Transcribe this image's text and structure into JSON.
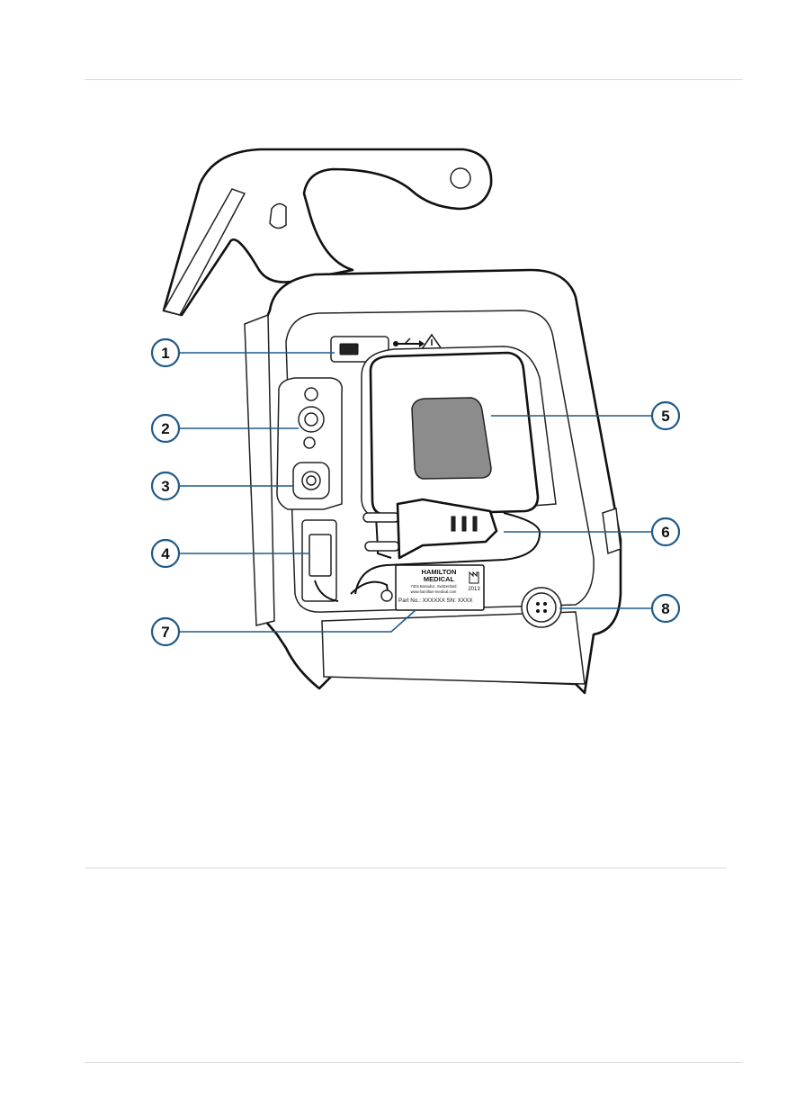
{
  "label_plate": {
    "brand_line1": "HAMILTON",
    "brand_line2": "MEDICAL",
    "address": "7402 Bonaduz, Switzerland",
    "website": "www.hamilton-medical.com",
    "year": "2013",
    "part_line": "Part No.: XXXXXX  SN: XXXX"
  },
  "callouts": [
    {
      "number": "1"
    },
    {
      "number": "2"
    },
    {
      "number": "3"
    },
    {
      "number": "4"
    },
    {
      "number": "5"
    },
    {
      "number": "6"
    },
    {
      "number": "7"
    },
    {
      "number": "8"
    }
  ],
  "colors": {
    "callout": "#1f5a8a",
    "pad": "#8c8c8c",
    "rule": "#d9d9d9"
  },
  "icons": [
    "usb-icon",
    "warning-icon",
    "manufacturer-icon"
  ]
}
